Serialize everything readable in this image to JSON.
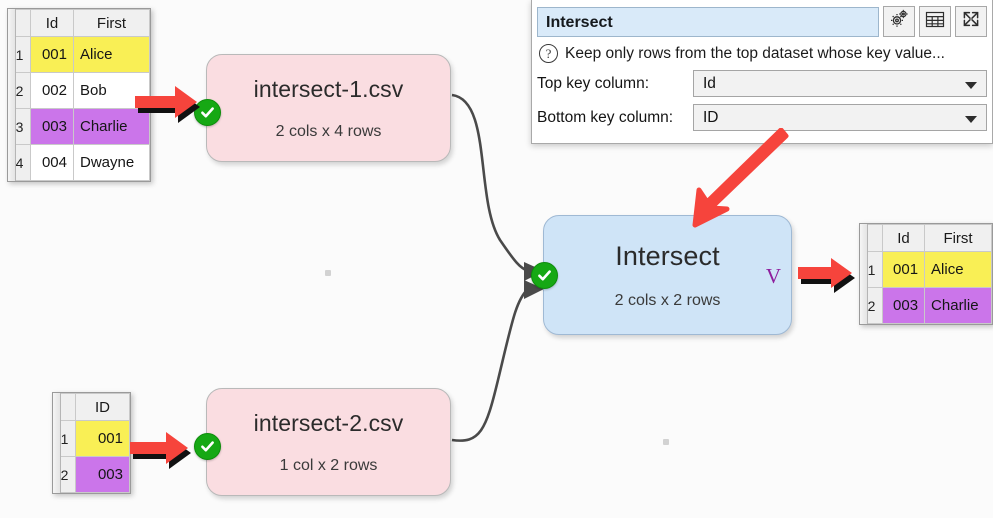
{
  "app": {
    "canvas_background": "#fbfbfb",
    "node_pink_color": "#fadde1",
    "node_blue_color": "#cfe4f7",
    "highlight_yellow": "#f9ef55",
    "highlight_purple": "#cb75ea",
    "status_green": "#16a814",
    "cursor_red": "#f6443c"
  },
  "properties_panel": {
    "name_value": "Intersect",
    "name_placeholder": "Intersect",
    "help_text": "Keep only rows from the top dataset whose key value...",
    "help_icon": "question-icon",
    "buttons": [
      {
        "icon": "gears-icon",
        "name": "settings-button"
      },
      {
        "icon": "table-icon",
        "name": "grid-button"
      },
      {
        "icon": "expand-icon",
        "name": "maximize-button"
      }
    ],
    "fields": [
      {
        "label": "Top key column:",
        "value": "Id",
        "name": "top-key-column"
      },
      {
        "label": "Bottom key column:",
        "value": "ID",
        "name": "bottom-key-column"
      }
    ]
  },
  "nodes": [
    {
      "id": "intersect-1",
      "title": "intersect-1.csv",
      "subtitle": "2 cols x 4 rows",
      "status": "ok"
    },
    {
      "id": "intersect-2",
      "title": "intersect-2.csv",
      "subtitle": "1 col x 2 rows",
      "status": "ok"
    },
    {
      "id": "intersect-op",
      "title": "Intersect",
      "subtitle": "2 cols x 2 rows",
      "status": "ok",
      "badge_letter": "V"
    }
  ],
  "tables": {
    "top_left": {
      "headers": [
        "Id",
        "First"
      ],
      "rows": [
        {
          "num": "1",
          "id": "001",
          "first": "Alice",
          "highlight": "yellow"
        },
        {
          "num": "2",
          "id": "002",
          "first": "Bob",
          "highlight": "none"
        },
        {
          "num": "3",
          "id": "003",
          "first": "Charlie",
          "highlight": "purple"
        },
        {
          "num": "4",
          "id": "004",
          "first": "Dwayne",
          "highlight": "none"
        }
      ]
    },
    "bottom_left": {
      "headers": [
        "ID"
      ],
      "rows": [
        {
          "num": "1",
          "id": "001",
          "highlight": "yellow"
        },
        {
          "num": "2",
          "id": "003",
          "highlight": "purple"
        }
      ]
    },
    "right_result": {
      "headers": [
        "Id",
        "First"
      ],
      "rows": [
        {
          "num": "1",
          "id": "001",
          "first": "Alice",
          "highlight": "yellow"
        },
        {
          "num": "2",
          "id": "003",
          "first": "Charlie",
          "highlight": "purple"
        }
      ]
    }
  }
}
